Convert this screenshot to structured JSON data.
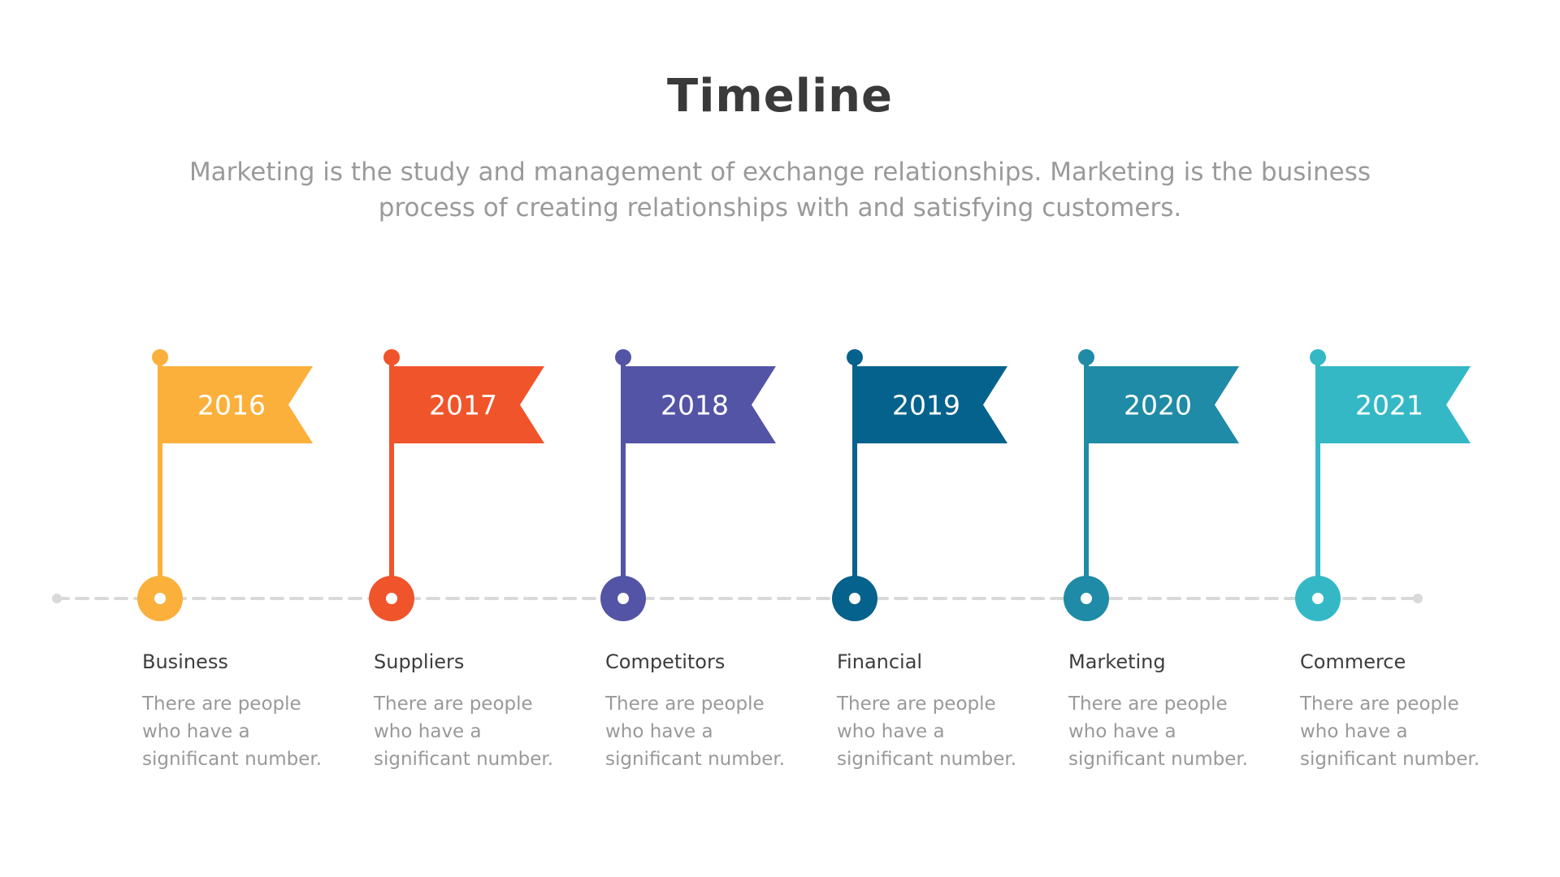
{
  "title": "Timeline",
  "subtitle": "Marketing is the study and management of exchange relationships. Marketing is the business process of creating relationships with and satisfying customers.",
  "milestones": [
    {
      "year": "2016",
      "label": "Business",
      "description": "There are people\nwho have a\nsignificant number.",
      "color": "#FBB03B"
    },
    {
      "year": "2017",
      "label": "Suppliers",
      "description": "There are people\nwho have a\nsignificant number.",
      "color": "#F0542B"
    },
    {
      "year": "2018",
      "label": "Competitors",
      "description": "There are people\nwho have a\nsignificant number.",
      "color": "#5354A6"
    },
    {
      "year": "2019",
      "label": "Financial",
      "description": "There are people\nwho have a\nsignificant number.",
      "color": "#05628C"
    },
    {
      "year": "2020",
      "label": "Marketing",
      "description": "There are people\nwho have a\nsignificant number.",
      "color": "#1F8BA6"
    },
    {
      "year": "2021",
      "label": "Commerce",
      "description": "There are people\nwho have a\nsignificant number.",
      "color": "#34B8C6"
    }
  ],
  "line_color": "#d9d9d9"
}
